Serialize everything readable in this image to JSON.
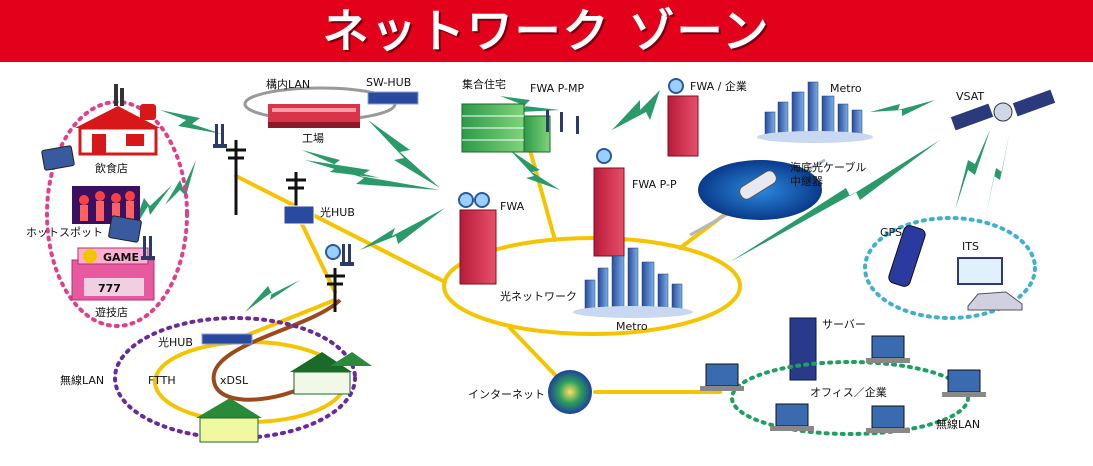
{
  "banner": {
    "title": "ネットワーク ゾーン",
    "color": "#e2001a"
  },
  "labels": {
    "kounai_lan": "構内LAN",
    "sw_hub": "SW-HUB",
    "factory": "工場",
    "apartment": "集合住宅",
    "fwa_pmp": "FWA P-MP",
    "fwa_enterprise": "FWA / 企業",
    "metro_top": "Metro",
    "vsat": "VSAT",
    "restaurant": "飲食店",
    "hotspot": "ホットスポット",
    "game_sign": "GAME",
    "slot": "777",
    "amusement": "遊技店",
    "hikari_hub_top": "光HUB",
    "fwa": "FWA",
    "fwa_pp": "FWA P-P",
    "undersea": "海底光ケーブル",
    "repeater": "中継器",
    "gps": "GPS",
    "its": "ITS",
    "optical_network": "光ネットワーク",
    "metro_bottom": "Metro",
    "hikari_hub_bottom": "光HUB",
    "wireless_lan_left": "無線LAN",
    "ftth": "FTTH",
    "xdsl": "xDSL",
    "internet": "インターネット",
    "server": "サーバー",
    "office": "オフィス／企業",
    "wireless_lan_right": "無線LAN"
  },
  "colors": {
    "fiber": "#f5c400",
    "wireless_bolt": "#2a9a6a",
    "copper": "#9a4a1c",
    "hotspot_ring": "#e0408a",
    "lan_ring": "#6a2a9a",
    "office_ring": "#20a060",
    "gps_ring": "#40b0d0",
    "sea": "#1050a0"
  }
}
